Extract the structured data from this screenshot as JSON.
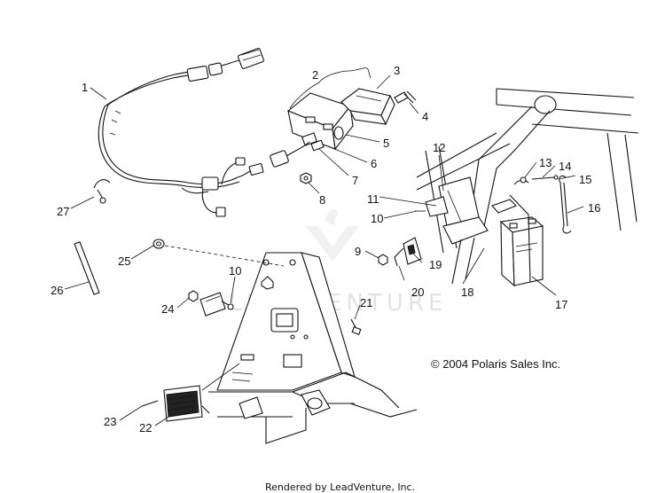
{
  "part_labels": [
    "1",
    "2",
    "3",
    "4",
    "5",
    "6",
    "7",
    "8",
    "27",
    "12",
    "13",
    "14",
    "15",
    "16",
    "11",
    "10",
    "9",
    "19",
    "20",
    "18",
    "17",
    "25",
    "26",
    "10",
    "24",
    "21",
    "23",
    "22"
  ],
  "copyright": "© 2004 Polaris Sales Inc.",
  "footer": "Rendered by LeadVenture, Inc.",
  "watermark": "LEADVENTURE",
  "colors": {
    "ink": "#111111",
    "watermark": "#e3e3e3",
    "background": "#ffffff"
  }
}
